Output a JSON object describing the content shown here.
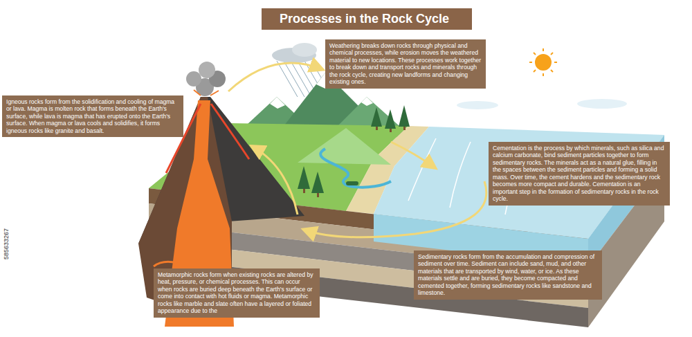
{
  "diagram": {
    "title": "Processes in the Rock Cycle",
    "nodes": [
      {
        "text": [
          "Weathering breaks down rocks through physical and chemical processes, while erosion moves the weathered material to new locations. These processes work together to break down and transport rocks and minerals through the rock cycle, creating new landforms and changing existing ones."
        ]
      },
      {
        "text": [
          "Igneous rocks form from the solidification and cooling of magma or lava. Magma is molten rock that forms beneath the Earth's surface, while lava is magma that has erupted onto the Earth's surface. When magma or lava cools and solidifies, it forms igneous rocks like granite and basalt."
        ]
      },
      {
        "text": [
          "Cementation is the process by which minerals, such as silica and calcium carbonate, bind sediment particles together to form sedimentary rocks. The minerals act as a natural glue, filling in the spaces between the sediment particles and forming a solid mass. Over time, the cement hardens and the sedimentary rock becomes more compact and durable. Cementation is an important step in the formation of sedimentary rocks in the rock cycle."
        ]
      },
      {
        "text": [
          "Sedimentary rocks form from the accumulation and compression of sediment over time. Sediment can include sand, mud, and other materials that are transported by wind, water, or ice. As these materials settle and are buried, they become compacted and cemented together, forming sedimentary rocks like sandstone and limestone."
        ]
      },
      {
        "text": [
          "Metamorphic rocks form when existing rocks are altered by heat, pressure, or chemical processes. This can occur when rocks are buried deep beneath the Earth's surface or come into contact with hot fluids or magma. Metamorphic rocks like marble and slate often have a layered or foliated appearance due to the"
        ]
      }
    ],
    "labels": [
      "585633267"
    ]
  }
}
